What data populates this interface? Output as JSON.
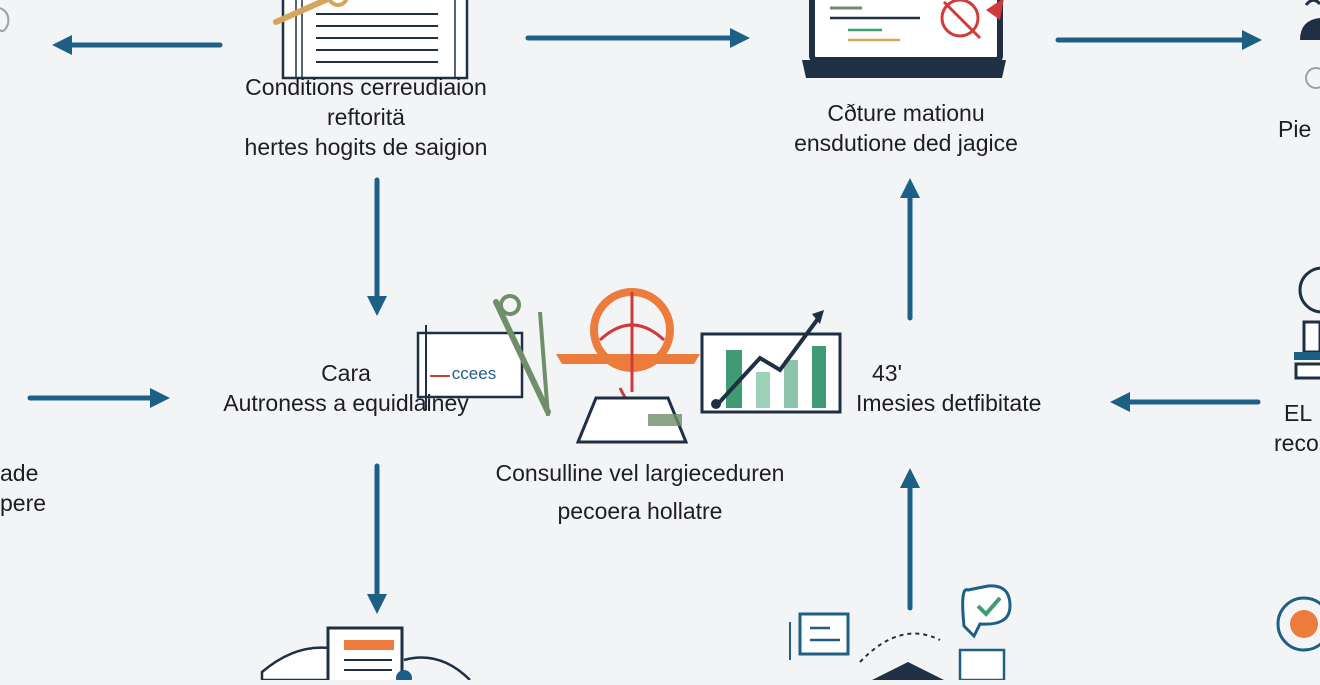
{
  "colors": {
    "arrow": "#1e5f86",
    "navy": "#1f3044",
    "orange": "#ec7c3b",
    "red": "#cf3b3b",
    "green": "#3f9b73",
    "sage": "#6f8f6a",
    "tan": "#d4a55a",
    "background": "#f3f4f6"
  },
  "nodes": {
    "conditions": {
      "lines": [
        "Conditions cerreudiaion",
        "reftoritä",
        "hertes hogits de saigion"
      ],
      "icon": "document-key-icon"
    },
    "coture": {
      "lines": [
        "Cðture mationu",
        "ensdutione ded jagice"
      ],
      "icon": "laptop-icon"
    },
    "pie": {
      "lines": [
        "Pie"
      ],
      "icon": "person-icon"
    },
    "cara": {
      "lines": [
        "Cara",
        "Autroness a equidlainey"
      ],
      "icon": "checklist-board-icon",
      "badge": "ccees"
    },
    "consulline": {
      "lines": [
        "Consulline vel largieceduren",
        "pecoera hollatre"
      ],
      "icon": "scale-seal-icon"
    },
    "imesies": {
      "lines": [
        "43'",
        "Imesies detfibitate"
      ],
      "icon": "chart-board-icon"
    },
    "el": {
      "lines": [
        "EL",
        "reco"
      ],
      "icon": "lamp-icon"
    },
    "ade": {
      "lines": [
        "ade",
        "pere"
      ]
    },
    "bottom_left": {
      "icon": "files-stack-icon"
    },
    "bottom_mid": {
      "icon": "house-network-icon"
    },
    "bottom_right": {
      "icon": "target-icon"
    }
  }
}
